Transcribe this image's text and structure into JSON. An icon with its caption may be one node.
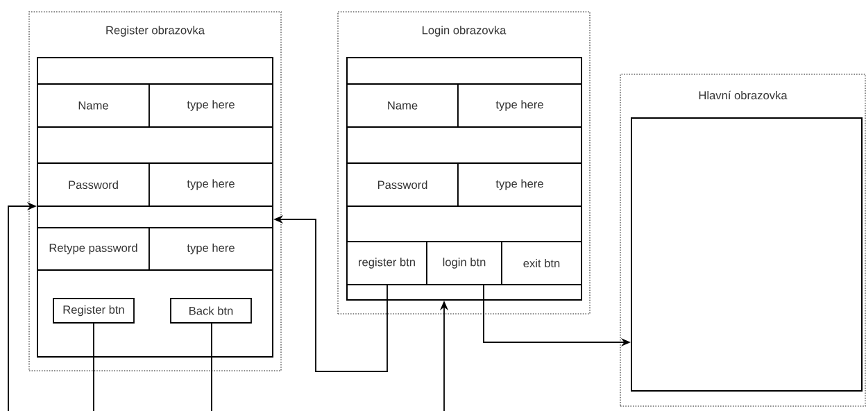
{
  "diagram": {
    "nodes": [
      {
        "text": [
          "Register obrazovka"
        ]
      },
      {
        "text": [],
        "shape": "box",
        "in": 0
      },
      {
        "text": [
          "Name"
        ],
        "in": 1
      },
      {
        "text": [
          "type here"
        ],
        "in": 1
      },
      {
        "text": [
          "Password"
        ],
        "in": 1
      },
      {
        "text": [
          "type here"
        ],
        "in": 1
      },
      {
        "text": [
          "Retype password"
        ],
        "in": 1
      },
      {
        "text": [
          "type here"
        ],
        "in": 1
      },
      {
        "text": [
          "Register btn"
        ],
        "in": 1
      },
      {
        "text": [
          "Back btn"
        ],
        "in": 1
      },
      {
        "text": [
          "Login obrazovka"
        ]
      },
      {
        "text": [],
        "shape": "box",
        "in": 10
      },
      {
        "text": [
          "Name"
        ],
        "in": 11
      },
      {
        "text": [
          "type here"
        ],
        "in": 11
      },
      {
        "text": [
          "Password"
        ],
        "in": 11
      },
      {
        "text": [
          "type here"
        ],
        "in": 11
      },
      {
        "text": [
          "register btn"
        ],
        "in": 11
      },
      {
        "text": [
          "login btn"
        ],
        "in": 11
      },
      {
        "text": [
          "exit btn"
        ],
        "in": 11
      },
      {
        "text": [
          "Hlavní obrazovka"
        ]
      },
      {
        "text": [],
        "shape": "box",
        "in": 19
      }
    ],
    "edges": [
      {
        "from": 16,
        "to": 1,
        "arrow": "to"
      },
      {
        "from": 17,
        "to": 20,
        "arrow": "to"
      },
      {
        "from": 8,
        "to": null,
        "arrow": "none"
      },
      {
        "from": 9,
        "to": null,
        "arrow": "none"
      },
      {
        "from": null,
        "to": 11,
        "arrow": "to"
      },
      {
        "from": null,
        "to": 1,
        "arrow": "to"
      }
    ]
  }
}
